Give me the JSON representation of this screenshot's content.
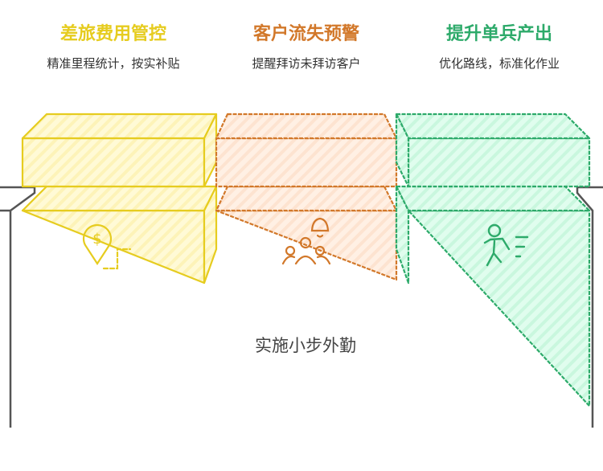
{
  "columns": [
    {
      "title": "差旅费用管控",
      "description": "精准里程统计，按实补贴",
      "color": "#e6cc1f",
      "fill": "#fff9d2",
      "icon": "location-dollar-icon"
    },
    {
      "title": "客户流失预警",
      "description": "提醒拜访未拜访客户",
      "color": "#d2782a",
      "fill": "#ffece0",
      "icon": "customers-bell-icon"
    },
    {
      "title": "提升单兵产出",
      "description": "优化路线，标准化作业",
      "color": "#2daa6a",
      "fill": "#dcfcea",
      "icon": "running-person-icon"
    }
  ],
  "center_label": "实施小步外勤",
  "frame_color": "#555555"
}
